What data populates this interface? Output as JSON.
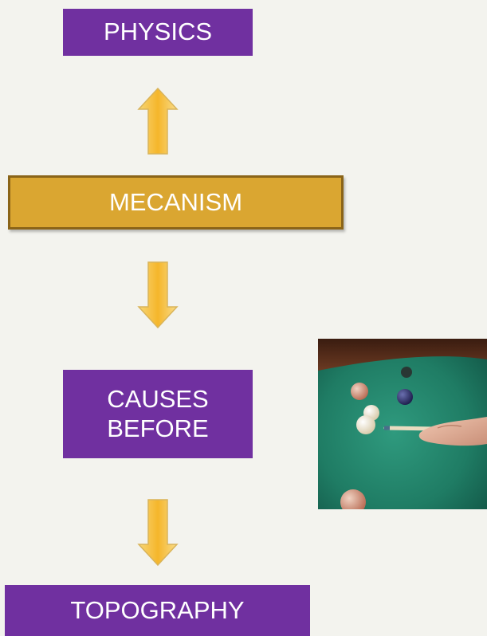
{
  "boxes": {
    "physics": "PHYSICS",
    "mechanism": "MECANISM",
    "causes_line1": "CAUSES",
    "causes_line2": "BEFORE",
    "topography": "TOPOGRAPHY"
  },
  "colors": {
    "purple_box": "#7030a0",
    "gold_box": "#daa631",
    "arrow_fill": "#f5c84a",
    "background": "#f3f3ee"
  },
  "arrows": [
    {
      "from": "mechanism",
      "to": "physics",
      "direction": "up"
    },
    {
      "from": "mechanism",
      "to": "causes-before",
      "direction": "down"
    },
    {
      "from": "causes-before",
      "to": "topography",
      "direction": "down"
    }
  ],
  "image": {
    "subject": "billiard-table-photo",
    "icons": [
      "billiard-ball",
      "cue-stick",
      "hand"
    ]
  }
}
